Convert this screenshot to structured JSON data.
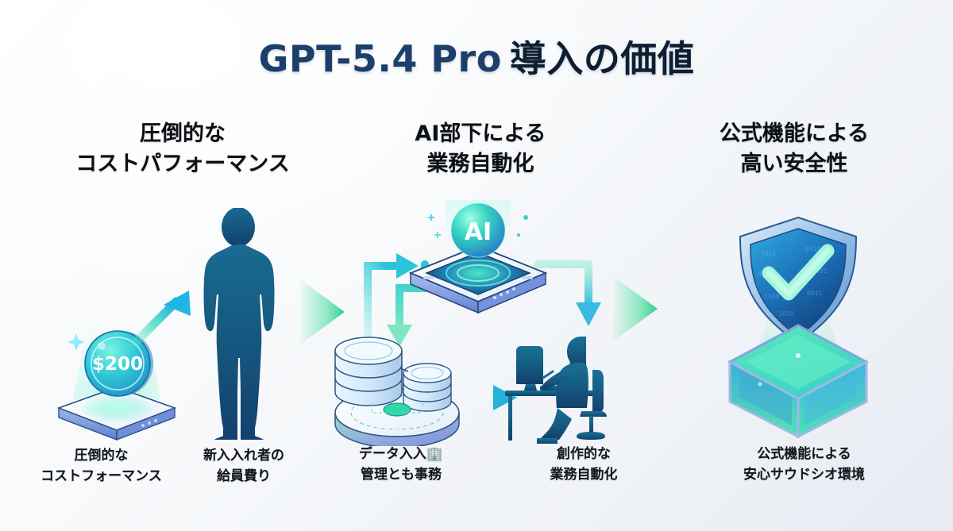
{
  "title": {
    "product": "GPT-5.4 Pro",
    "suffix": "導入の価値",
    "full": "GPT-5.4 Pro 導入の価値"
  },
  "colors": {
    "title_blue": "#1d3f6b",
    "heading_black": "#0c0f13",
    "accent_teal": "#2fd6b0",
    "accent_cyan": "#29b6e8",
    "accent_green": "#3ddc97",
    "silhouette_blue": "#14587f",
    "shield_blue": "#1f6fb5",
    "background_top": "#fdfefe",
    "background_bottom": "#e7ebf2"
  },
  "columns": [
    {
      "id": "cost-performance",
      "heading_line1": "圧倒的な",
      "heading_line2": "コストパフォーマンス"
    },
    {
      "id": "ai-automation",
      "heading_line1": "AI部下による",
      "heading_line2": "業務自動化"
    },
    {
      "id": "official-safety",
      "heading_line1": "公式機能による",
      "heading_line2": "高い安全性"
    }
  ],
  "captions": [
    {
      "id": "cost",
      "line1": "圧倒的な",
      "line2": "コストフォーマンス"
    },
    {
      "id": "newhire-salary",
      "line1": "新入入れ者の",
      "line2": "給員費り"
    },
    {
      "id": "data-entry",
      "line1": "データ入入🏢",
      "line2": "管理とも事務"
    },
    {
      "id": "creative-automation",
      "line1": "創作的な",
      "line2": "業務自動化"
    },
    {
      "id": "safe-environment",
      "line1": "公式機能による",
      "line2": "安心サウドシオ環境"
    }
  ],
  "icons": {
    "coin_value": "$200",
    "ai_label": "AI",
    "coin_name": "coin-pedestal-icon",
    "person_name": "standing-businessman-icon",
    "growth_arrow_name": "growth-arrow-icon",
    "ai_device_name": "ai-device-icon",
    "database_name": "database-stack-icon",
    "worker_name": "desk-worker-icon",
    "shield_name": "shield-check-icon",
    "cube_name": "secure-cube-icon"
  }
}
